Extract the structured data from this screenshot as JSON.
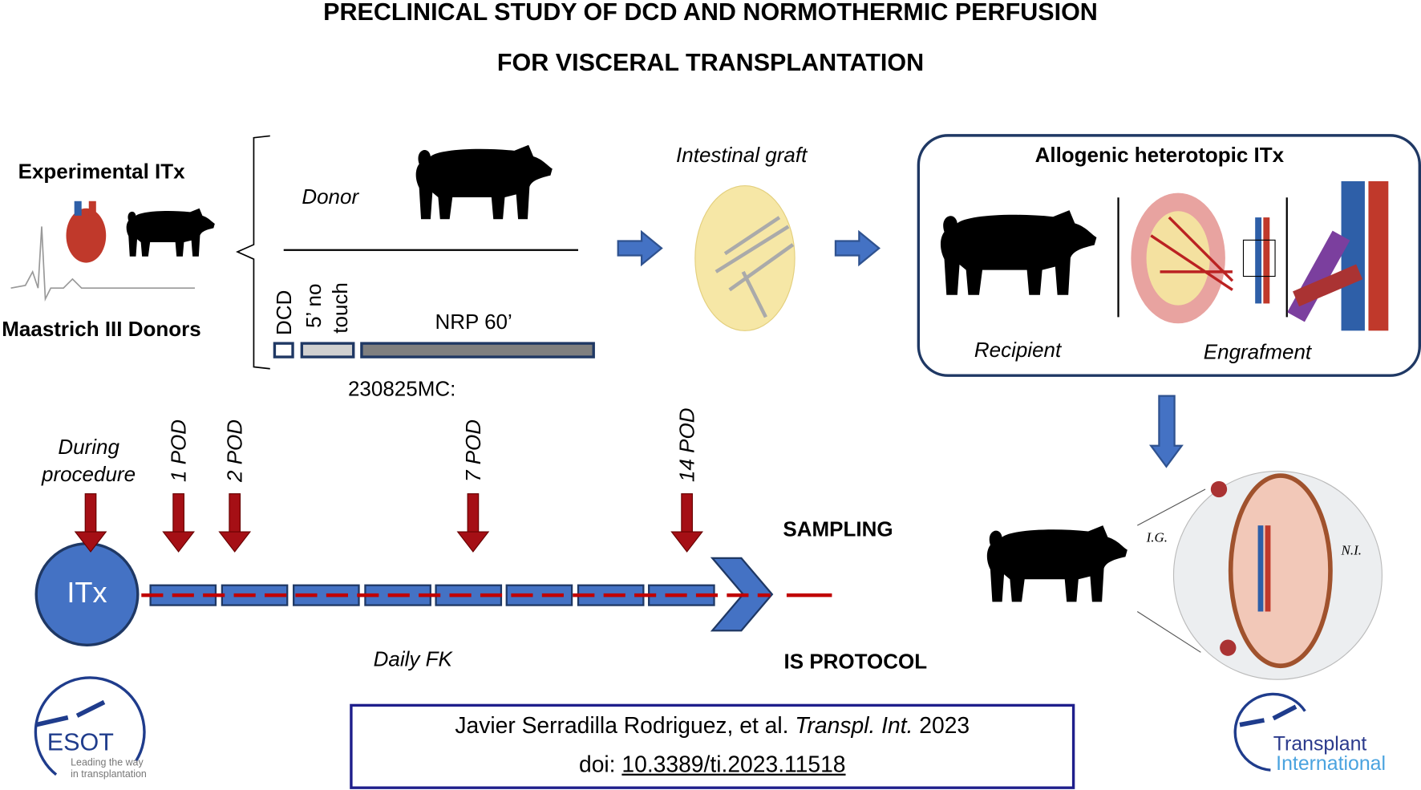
{
  "title": {
    "line1": "PRECLINICAL STUDY OF DCD AND NORMOTHERMIC PERFUSION",
    "line2": "FOR VISCERAL TRANSPLANTATION"
  },
  "donor_section": {
    "heading": "Experimental ITx",
    "subheading": "Maastrich III Donors",
    "donor_label": "Donor",
    "dcd": "DCD",
    "no_touch_1": "5’ no",
    "no_touch_2": "touch",
    "nrp": "NRP 60’",
    "code": "230825MC:"
  },
  "graft": {
    "label": "Intestinal graft"
  },
  "transplant_box": {
    "heading": "Allogenic heterotopic ITx",
    "recipient": "Recipient",
    "engraftment": "Engrafment"
  },
  "timeline": {
    "during_1": "During",
    "during_2": "procedure",
    "pods": [
      "1 POD",
      "2 POD",
      "7 POD",
      "14 POD"
    ],
    "itx": "ITx",
    "daily": "Daily FK",
    "sampling": "SAMPLING",
    "protocol": "IS PROTOCOL"
  },
  "anatomy": {
    "ig": "I.G.",
    "ni": "N.I."
  },
  "citation": {
    "authors": "Javier Serradilla Rodriguez, et al.",
    "journal": "Transpl. Int.",
    "year": "2023",
    "doi_label": "doi:",
    "doi": "10.3389/ti.2023.11518"
  },
  "logos": {
    "esot": "ESOT",
    "esot_tag1": "Leading the way",
    "esot_tag2": "in transplantation",
    "ti1": "Transplant",
    "ti2": "International"
  },
  "colors": {
    "blue": "#4472c4",
    "navy": "#1f3864",
    "red": "#a50f15",
    "gray": "#7f7f7f"
  }
}
